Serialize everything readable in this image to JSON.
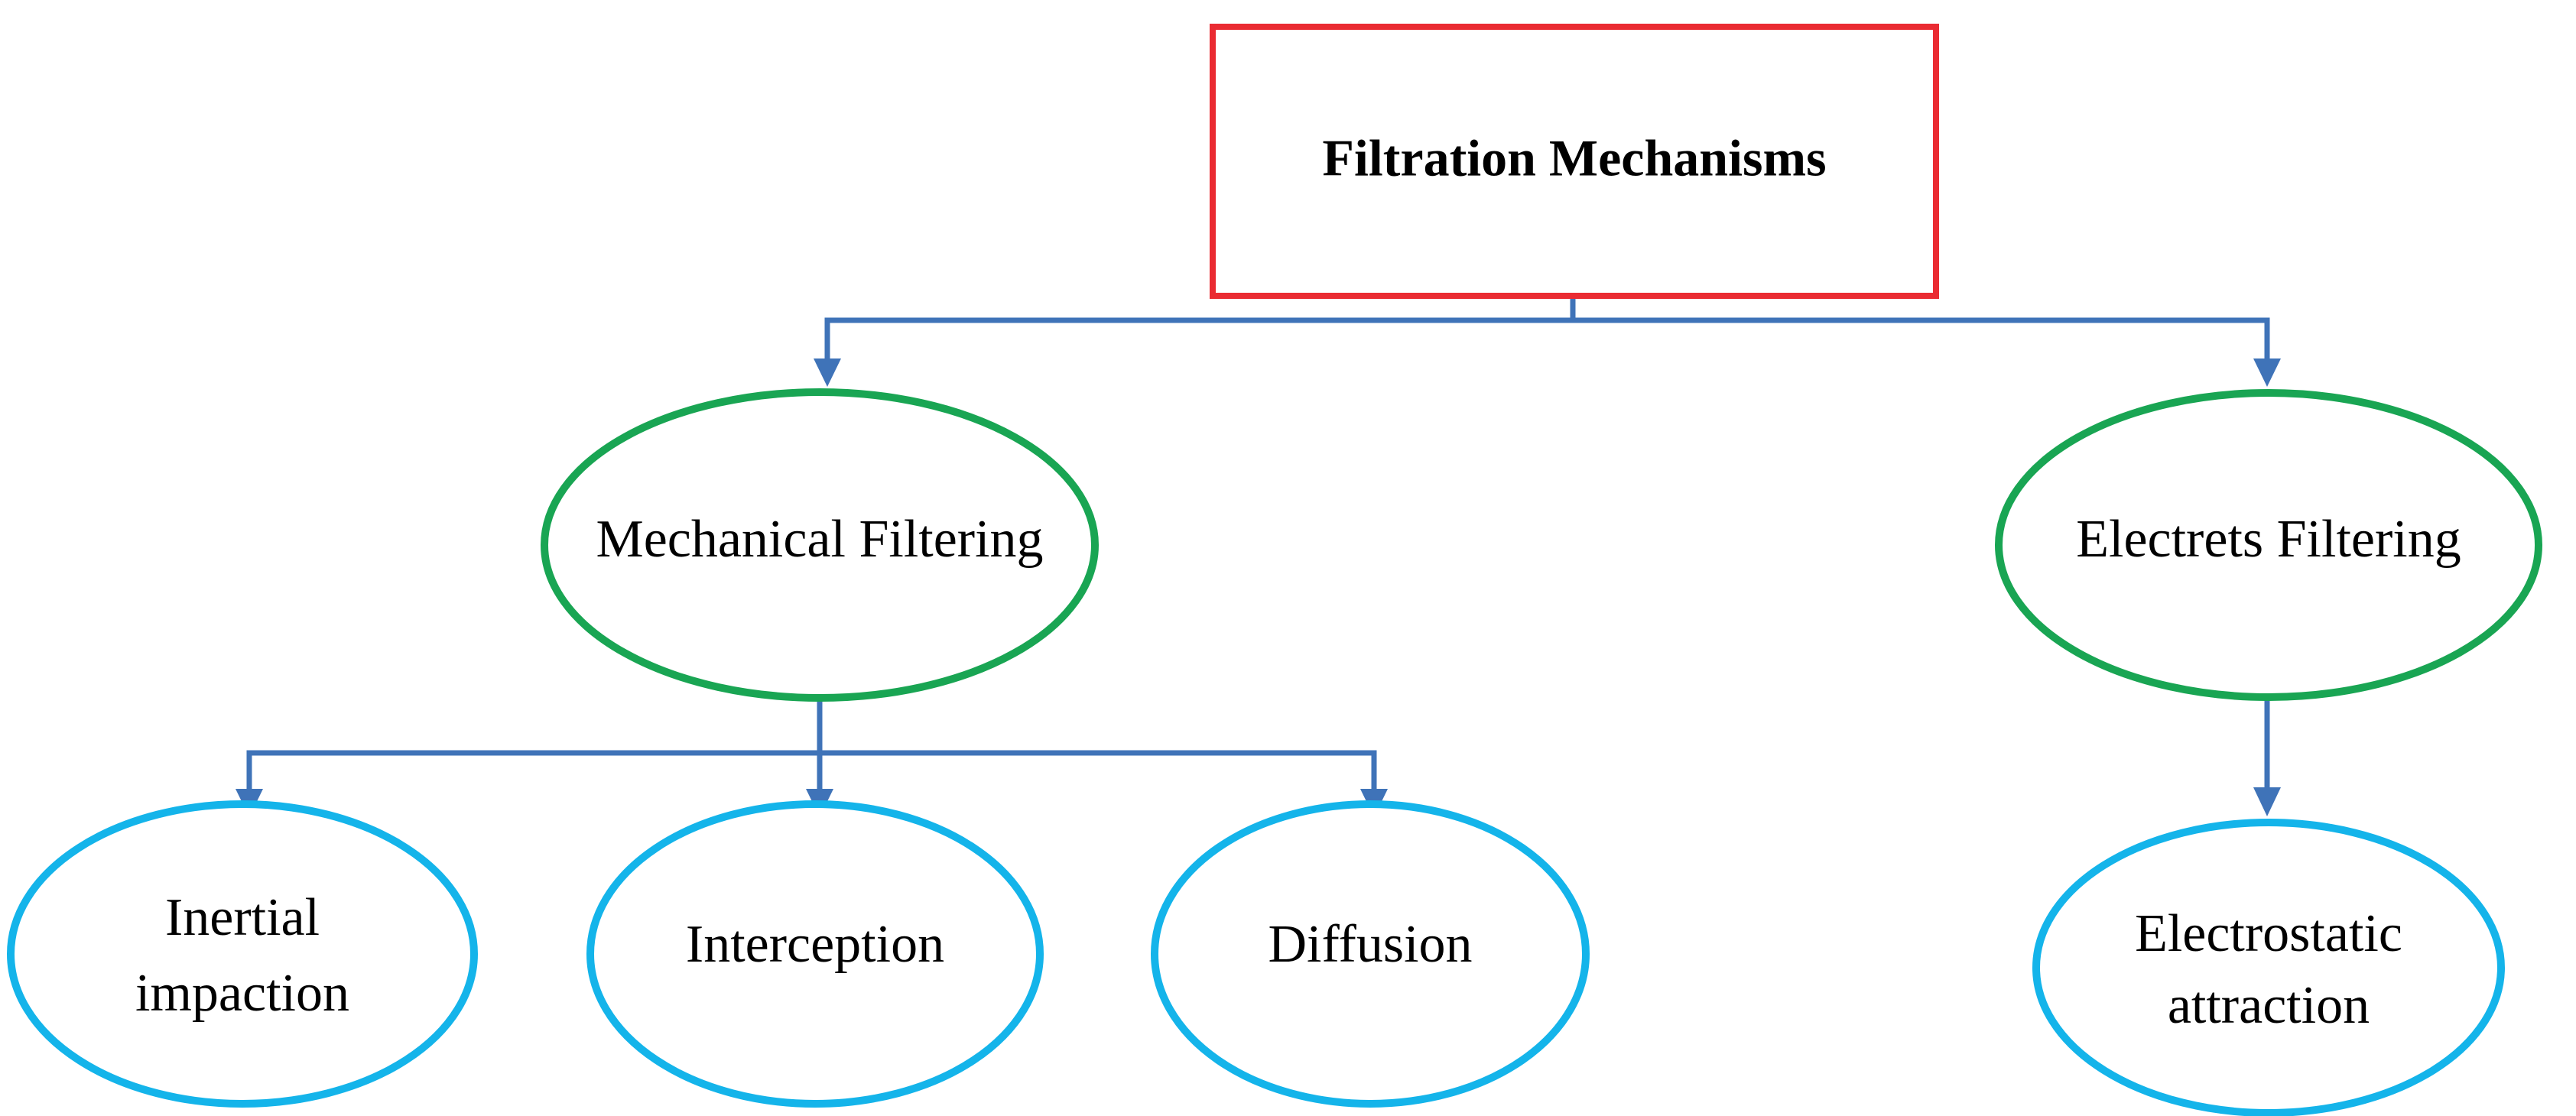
{
  "colors": {
    "root_border": "#ea2b32",
    "category_border": "#19a553",
    "mechanism_border": "#14b4ea",
    "connector": "#3f73b8",
    "background": "#ffffff"
  },
  "diagram": {
    "root": {
      "label": "Filtration Mechanisms"
    },
    "categories": [
      {
        "label": "Mechanical Filtering",
        "mechanisms": [
          {
            "line1": "Inertial",
            "line2": "impaction"
          },
          {
            "line1": "Interception",
            "line2": ""
          },
          {
            "line1": "Diffusion",
            "line2": ""
          }
        ]
      },
      {
        "label": "Electrets Filtering",
        "mechanisms": [
          {
            "line1": "Electrostatic",
            "line2": "attraction"
          }
        ]
      }
    ]
  }
}
